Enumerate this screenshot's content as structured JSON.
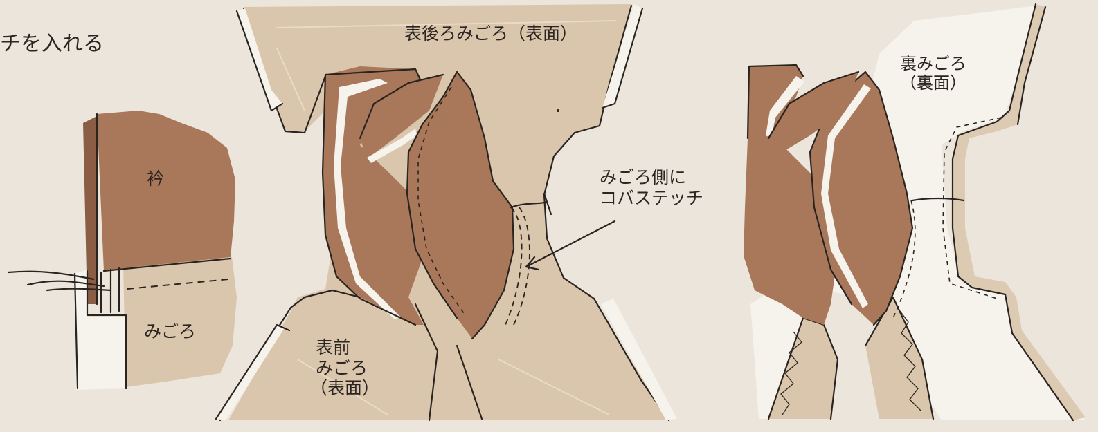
{
  "labels": {
    "instruction": "チを入れる",
    "collar": "衿",
    "body_left": "みごろ",
    "back_body_outer": "表後ろみごろ（表面）",
    "front_body_outer": [
      "表前",
      "みごろ",
      "（表面）"
    ],
    "edge_stitch_note": [
      "みごろ側に",
      "コバステッチ"
    ],
    "lining_body": [
      "裏みごろ",
      "（裏面）"
    ]
  },
  "colors": {
    "background": "#ece5dc",
    "fabric_outer": "#d9c6ad",
    "fabric_collar": "#a9785a",
    "fabric_lining": "#f6f2ec",
    "fabric_lining_edge": "#dccab2",
    "ink": "#2a2420"
  }
}
